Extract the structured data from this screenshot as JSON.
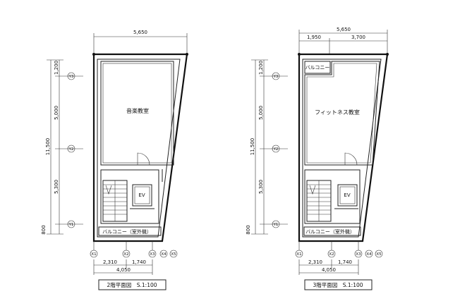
{
  "plans": [
    {
      "caption": "2階平面図　S.1:100",
      "room_main": "音楽教室",
      "room_small": "",
      "ev": "EV",
      "balcony": "バルコニー（室外機）",
      "dim_top_total": "5,650",
      "dim_top_left": "",
      "dim_top_right": "",
      "dim_left_total": "11,500",
      "dim_left_1": "1,200",
      "dim_left_2": "5,000",
      "dim_left_3": "5,300",
      "dim_left_4": "800",
      "dim_bottom_1": "2,310",
      "dim_bottom_2": "1,740",
      "dim_bottom_total": "4,050",
      "y_labels": [
        "Y3",
        "Y2",
        "Y1"
      ],
      "x_labels": [
        "X1",
        "X2",
        "X3",
        "X4",
        "X5"
      ]
    },
    {
      "caption": "3階平面図　S.1:100",
      "room_main": "フィットネス教室",
      "room_small": "バルコニー",
      "ev": "EV",
      "balcony": "バルコニー（室外機）",
      "dim_top_total": "5,650",
      "dim_top_left": "1,950",
      "dim_top_right": "3,700",
      "dim_left_total": "11,500",
      "dim_left_1": "1,200",
      "dim_left_2": "5,000",
      "dim_left_3": "5,300",
      "dim_left_4": "800",
      "dim_bottom_1": "2,310",
      "dim_bottom_2": "1,740",
      "dim_bottom_total": "4,050",
      "y_labels": [
        "Y3",
        "Y2",
        "Y1"
      ],
      "x_labels": [
        "X1",
        "X2",
        "X3",
        "X4",
        "X5"
      ]
    }
  ]
}
